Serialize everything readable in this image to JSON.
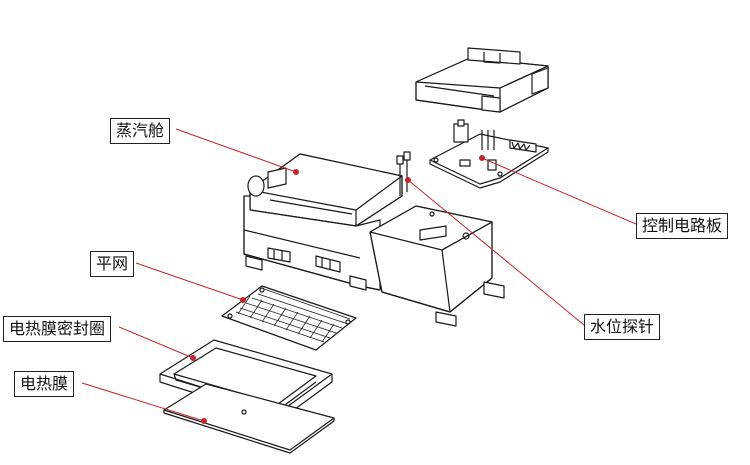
{
  "labels": {
    "steam_chamber": "蒸汽舱",
    "control_board": "控制电路板",
    "mesh": "平网",
    "heating_film_seal": "电热膜密封圈",
    "water_probe": "水位探针",
    "heating_film": "电热膜"
  },
  "colors": {
    "leader_line": "#c0262c",
    "outline": "#1a1a1a",
    "background": "#ffffff"
  }
}
